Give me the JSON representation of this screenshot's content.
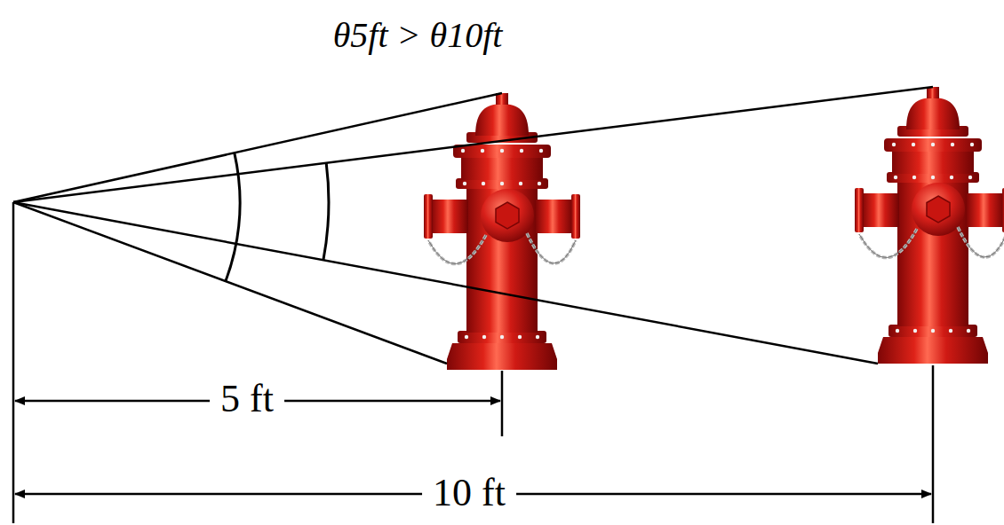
{
  "diagram": {
    "title": "θ5ft > θ10ft",
    "labels": [
      "5 ft",
      "10 ft"
    ]
  }
}
